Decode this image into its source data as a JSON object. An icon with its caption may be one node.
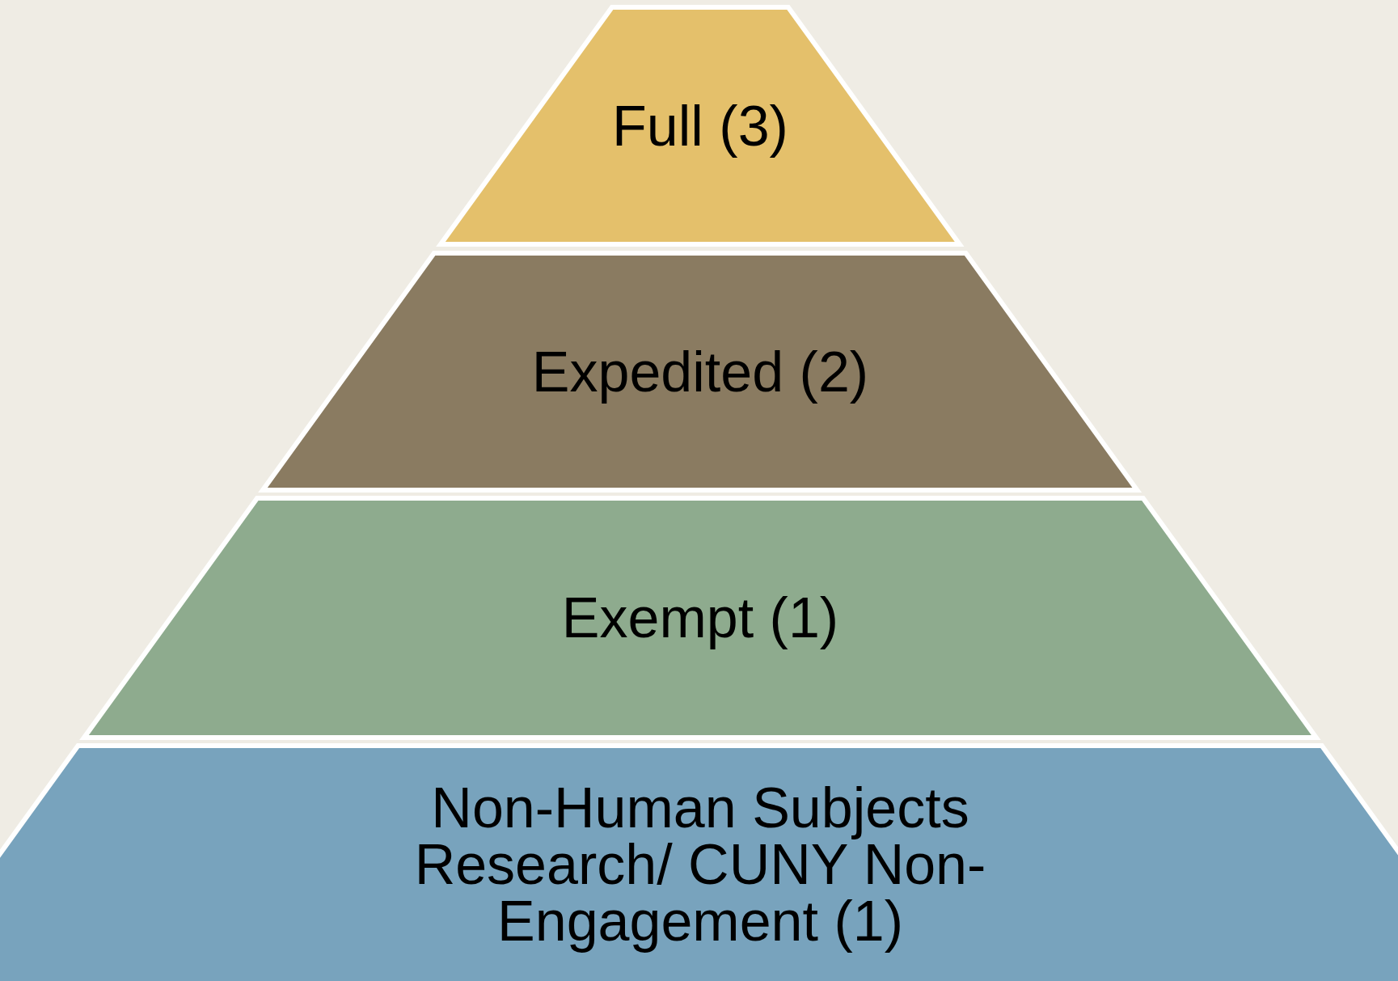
{
  "diagram": {
    "nodes": [
      {
        "text": [
          "Full (3)"
        ]
      },
      {
        "text": [
          "Expedited (2)"
        ]
      },
      {
        "text": [
          "Exempt (1)"
        ]
      },
      {
        "text": [
          "Non-Human Subjects Research/ CUNY Non-Engagement (1)"
        ]
      }
    ]
  }
}
